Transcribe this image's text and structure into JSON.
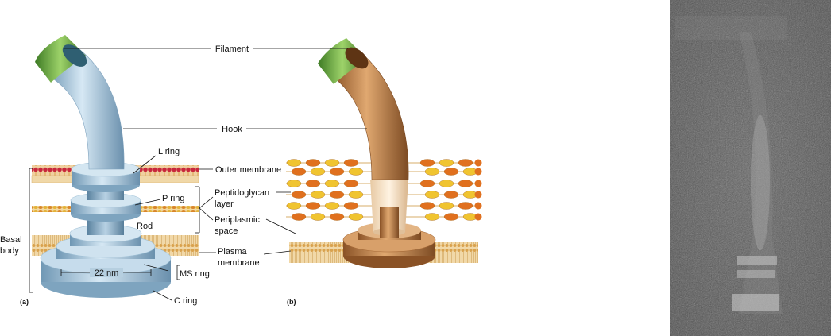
{
  "figure": {
    "panel_a_label": "(a)",
    "panel_b_label": "(b)",
    "panel_a_labels": {
      "l_ring": "L ring",
      "p_ring": "P ring",
      "rod": "Rod",
      "basal_body_1": "Basal",
      "basal_body_2": "body",
      "scale": "22 nm",
      "ms_ring": "MS ring",
      "c_ring": "C ring"
    },
    "shared_labels": {
      "filament": "Filament",
      "hook": "Hook",
      "outer_membrane": "Outer membrane",
      "peptidoglycan_1": "Peptidoglycan",
      "peptidoglycan_2": "layer",
      "periplasmic_1": "Periplasmic",
      "periplasmic_2": "space",
      "plasma_1": "Plasma",
      "plasma_2": "membrane"
    },
    "colors": {
      "filament_green": "#5fa63a",
      "hook_blue": "#9fc3da",
      "hook_brown": "#b9763f",
      "outer_membrane_red": "#c8283c",
      "membrane_tan": "#e2b46a",
      "lipid_orange": "#e0701e",
      "lipid_yellow": "#f0c430",
      "micrograph_gray": "#5a5a5a"
    }
  }
}
